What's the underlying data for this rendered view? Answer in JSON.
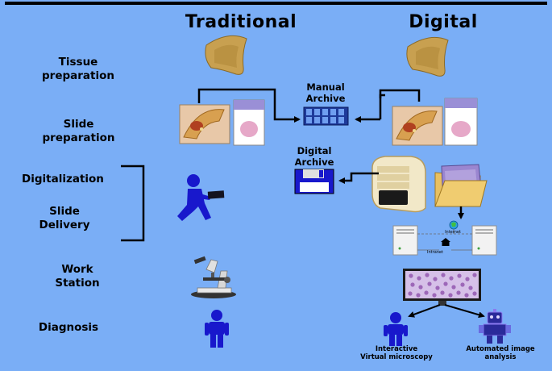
{
  "columns": {
    "traditional": "Traditional",
    "digital": "Digital"
  },
  "rows": {
    "tissue": [
      "Tissue",
      "preparation"
    ],
    "slide": [
      "Slide",
      "preparation"
    ],
    "digitalization": "Digitalization",
    "delivery": [
      "Slide",
      "Delivery"
    ],
    "workstation": [
      "Work",
      "Station"
    ],
    "diagnosis": "Diagnosis"
  },
  "archives": {
    "manual": [
      "Manual",
      "Archive"
    ],
    "digital": [
      "Digital",
      "Archive"
    ]
  },
  "network": {
    "internet": "Internet",
    "link": "Intranet"
  },
  "outcomes": {
    "interactive": [
      "Interactive",
      "Virtual microscopy"
    ],
    "automated": [
      "Automated image",
      "analysis"
    ]
  },
  "colors": {
    "background": "#7aaef6",
    "figure_blue": "#1818cc",
    "tissue_tan": "#c8a050",
    "stain_pink": "#e6a8c8",
    "slide_label": "#9a8fd6"
  }
}
